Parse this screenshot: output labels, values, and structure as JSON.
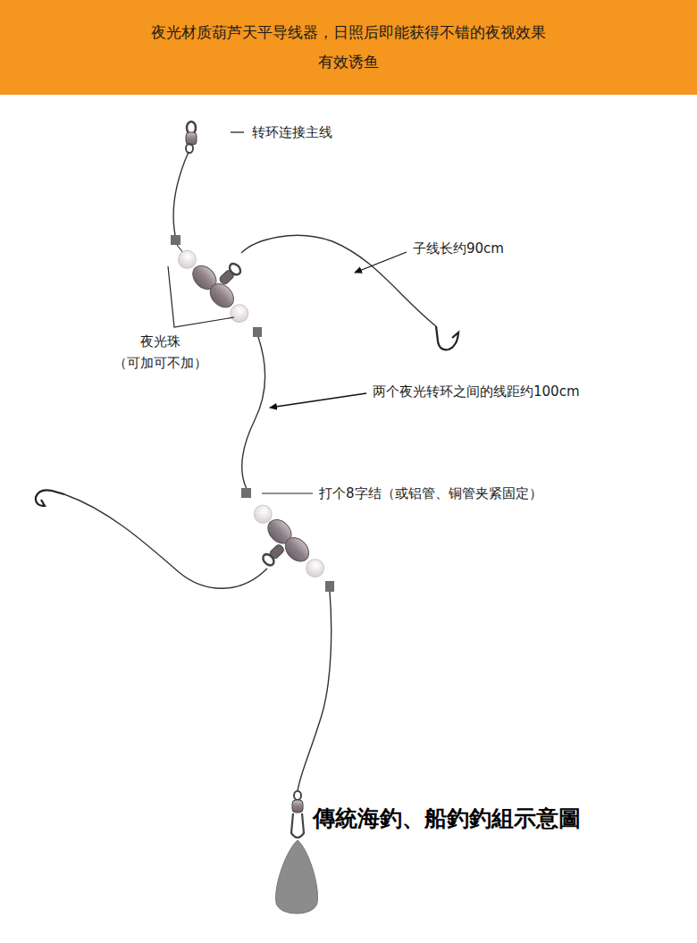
{
  "diagram": {
    "title": "夜光材质葫芦天平导线器，日照后即能获得不错的夜视效果 有效诱鱼",
    "caption": "傳統海釣、船釣釣組示意圖",
    "labels": [
      "转环连接主线",
      "子线长约90cm",
      "夜光珠 （可加可不加）",
      "两个夜光转环之间的线距约100cm",
      "打个8字结（或铝管、铜管夹紧固定）"
    ]
  }
}
